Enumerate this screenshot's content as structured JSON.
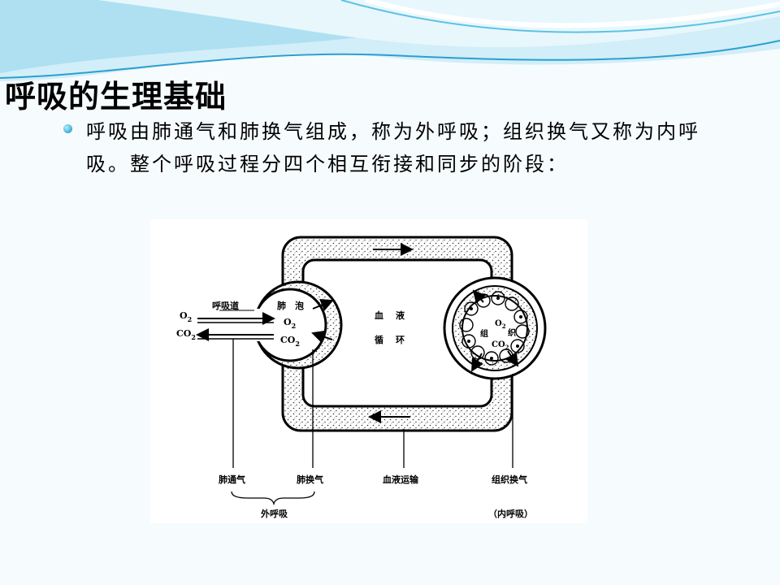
{
  "slide": {
    "title": "呼吸的生理基础",
    "bullet": "呼吸由肺通气和肺换气组成，称为外呼吸；组织换气又称为内呼吸。整个呼吸过程分四个相互衔接和同步的阶段："
  },
  "colors": {
    "accent": "#3aaed8",
    "wave_light": "#cfeef8",
    "wave_dark": "#2b9fd0",
    "background": "#f6fbfd"
  },
  "figure": {
    "airway": "呼吸道",
    "o2": "O",
    "o2_sub": "2",
    "co2": "CO",
    "co2_sub": "2",
    "alveoli_1": "肺",
    "alveoli_2": "泡",
    "blood_1": "血",
    "blood_2": "液",
    "circ_1": "循",
    "circ_2": "环",
    "tissue_1": "组",
    "tissue_2": "织",
    "label_lung_ventilation": "肺通气",
    "label_lung_exchange": "肺换气",
    "label_blood_transport": "血液运输",
    "label_tissue_exchange": "组织换气",
    "label_external_respiration": "外呼吸",
    "label_internal_respiration": "（内呼吸）"
  }
}
